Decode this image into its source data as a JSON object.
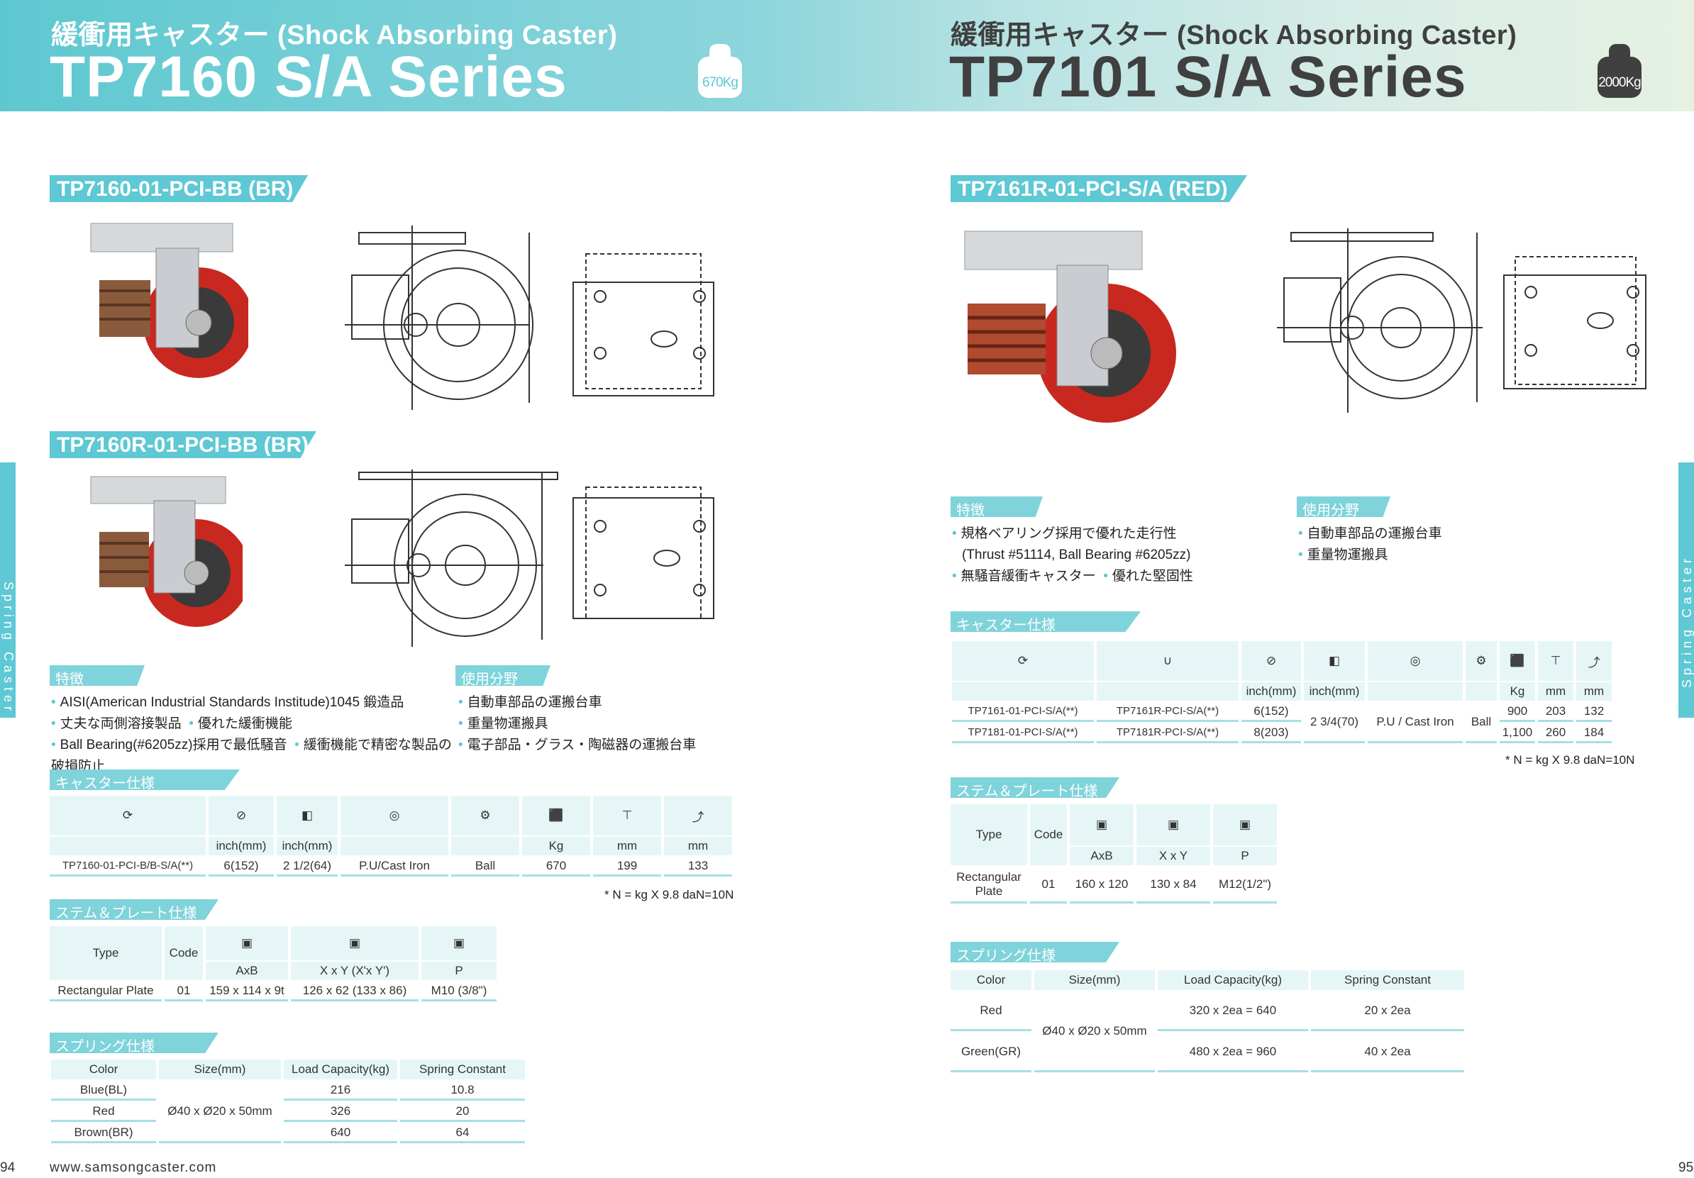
{
  "left": {
    "subtitle": "緩衝用キャスター (Shock Absorbing Caster)",
    "title": "TP7160 S/A Series",
    "weight_label": "670Kg",
    "model1": "TP7160-01-PCI-BB (BR)",
    "model2": "TP7160R-01-PCI-BB (BR)",
    "features": {
      "heading": "特徴",
      "items": [
        "AISI(American Industrial Standards Institude)1045 鍛造品",
        "丈夫な両側溶接製品",
        "優れた緩衝機能",
        "Ball Bearing(#6205zz)採用で最低騒音",
        "緩衝機能で精密な製品の破損防止"
      ]
    },
    "usage": {
      "heading": "使用分野",
      "items": [
        "自動車部品の運搬台車",
        "重量物運搬具",
        "電子部品・グラス・陶磁器の運搬台車"
      ]
    },
    "caster_spec": {
      "heading": "キャスター仕様",
      "units": [
        "inch(mm)",
        "inch(mm)",
        "Kg",
        "mm",
        "mm"
      ],
      "row": [
        "TP7160-01-PCI-B/B-S/A(**)",
        "6(152)",
        "2 1/2(64)",
        "P.U/Cast Iron",
        "Ball",
        "670",
        "199",
        "133"
      ],
      "note": "* N = kg X 9.8   daN=10N"
    },
    "stem_spec": {
      "heading": "ステム＆プレート仕様",
      "headers": [
        "Type",
        "Code",
        "AxB",
        "X x Y (X'x Y')",
        "P"
      ],
      "row": [
        "Rectangular Plate",
        "01",
        "159 x 114 x 9t",
        "126 x 62 (133 x 86)",
        "M10 (3/8\")"
      ]
    },
    "spring_spec": {
      "heading": "スプリング仕様",
      "headers": [
        "Color",
        "Size(mm)",
        "Load Capacity(kg)",
        "Spring Constant"
      ],
      "size": "Ø40 x Ø20 x 50mm",
      "rows": [
        [
          "Blue(BL)",
          "216",
          "10.8"
        ],
        [
          "Red",
          "326",
          "20"
        ],
        [
          "Brown(BR)",
          "640",
          "64"
        ]
      ]
    },
    "footer": "www.samsongcaster.com",
    "page": "94"
  },
  "right": {
    "subtitle": "緩衝用キャスター (Shock Absorbing Caster)",
    "title": "TP7101 S/A Series",
    "weight_label": "2000Kg",
    "model1": "TP7161R-01-PCI-S/A (RED)",
    "features": {
      "heading": "特徴",
      "items": [
        "規格ベアリング採用で優れた走行性",
        "(Thrust #51114, Ball Bearing #6205zz)",
        "無騒音緩衝キャスター",
        "優れた堅固性"
      ]
    },
    "usage": {
      "heading": "使用分野",
      "items": [
        "自動車部品の運搬台車",
        "重量物運搬具"
      ]
    },
    "caster_spec": {
      "heading": "キャスター仕様",
      "units": [
        "inch(mm)",
        "inch(mm)",
        "Kg",
        "mm",
        "mm"
      ],
      "rows": [
        [
          "TP7161-01-PCI-S/A(**)",
          "TP7161R-PCI-S/A(**)",
          "6(152)",
          "900",
          "203",
          "132"
        ],
        [
          "TP7181-01-PCI-S/A(**)",
          "TP7181R-PCI-S/A(**)",
          "8(203)",
          "1,100",
          "260",
          "184"
        ]
      ],
      "width": "2 3/4(70)",
      "material": "P.U / Cast Iron",
      "bearing": "Ball",
      "note": "* N = kg X 9.8   daN=10N"
    },
    "stem_spec": {
      "heading": "ステム＆プレート仕様",
      "headers": [
        "Type",
        "Code",
        "AxB",
        "X x Y",
        "P"
      ],
      "row": [
        "Rectangular Plate",
        "01",
        "160 x 120",
        "130 x 84",
        "M12(1/2\")"
      ]
    },
    "spring_spec": {
      "heading": "スプリング仕様",
      "headers": [
        "Color",
        "Size(mm)",
        "Load Capacity(kg)",
        "Spring Constant"
      ],
      "size": "Ø40 x Ø20 x 50mm",
      "rows": [
        [
          "Red",
          "320 x 2ea = 640",
          "20 x 2ea"
        ],
        [
          "Green(GR)",
          "480 x 2ea = 960",
          "40 x 2ea"
        ]
      ]
    },
    "page": "95"
  },
  "side_label": "Spring Caster",
  "colors": {
    "accent": "#5ec8d4",
    "wheel_red": "#c8281f",
    "header_text_left": "#ffffff",
    "header_text_right": "#404040"
  }
}
